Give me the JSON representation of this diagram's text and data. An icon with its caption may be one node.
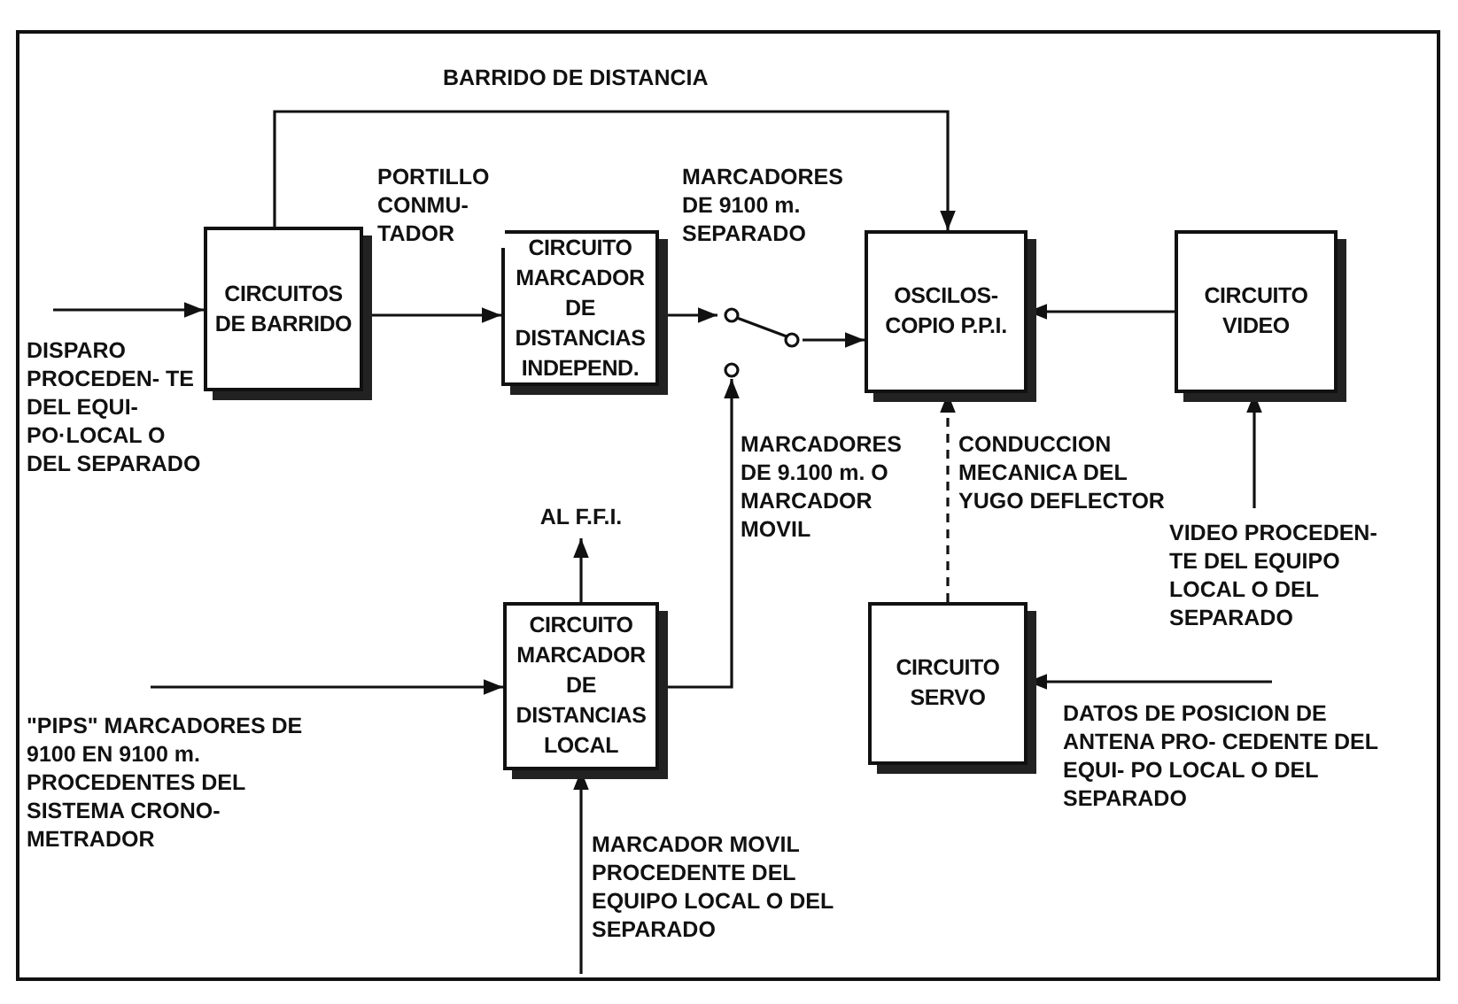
{
  "diagram": {
    "nodes": [
      {
        "text": [
          "CIRCUITOS DE BARRIDO"
        ]
      },
      {
        "text": [
          "CIRCUITO MARCADOR DE DISTANCIAS INDEPEND."
        ]
      },
      {
        "text": [
          "OSCILOS- COPIO P.P.I."
        ]
      },
      {
        "text": [
          "CIRCUITO VIDEO"
        ]
      },
      {
        "text": [
          "CIRCUITO MARCADOR DE DISTANCIAS LOCAL"
        ]
      },
      {
        "text": [
          "CIRCUITO SERVO"
        ]
      },
      {
        "text": [
          "DISPARO PROCEDEN- TE DEL EQUI- PO·LOCAL O DEL SEPARADO"
        ]
      },
      {
        "text": [
          "\"PIPS\" MARCADORES DE 9100 EN 9100 m. PROCEDENTES DEL SISTEMA CRONO- METRADOR"
        ]
      },
      {
        "text": [
          "MARCADOR MOVIL PROCEDENTE DEL EQUIPO LOCAL O DEL SEPARADO"
        ]
      },
      {
        "text": [
          "VIDEO PROCEDEN- TE DEL EQUIPO LOCAL O DEL SEPARADO"
        ]
      },
      {
        "text": [
          "DATOS DE POSICION DE ANTENA PRO- CEDENTE DEL EQUI- PO LOCAL O DEL SEPARADO"
        ]
      },
      {
        "text": [
          "AL F.F.I."
        ]
      },
      {
        "text": [],
        "shape": "switch"
      }
    ],
    "edges": [
      {
        "from": 6,
        "to": 0,
        "arrow": "to"
      },
      {
        "from": 0,
        "to": 1,
        "arrow": "to",
        "label": "PORTILLO CONMU- TADOR"
      },
      {
        "from": 0,
        "to": 2,
        "arrow": "to",
        "label": "BARRIDO DE DISTANCIA"
      },
      {
        "from": 1,
        "to": 12,
        "arrow": "to",
        "label": "MARCADORES DE 9100 m. SEPARADO"
      },
      {
        "from": 12,
        "to": 2,
        "arrow": "to"
      },
      {
        "from": 4,
        "to": 12,
        "arrow": "to",
        "label": "MARCADORES DE 9.100 m. O MARCADOR MOVIL"
      },
      {
        "from": 3,
        "to": 2,
        "arrow": "to"
      },
      {
        "from": 9,
        "to": 3,
        "arrow": "to"
      },
      {
        "from": 7,
        "to": 4,
        "arrow": "to"
      },
      {
        "from": 8,
        "to": 4,
        "arrow": "to"
      },
      {
        "from": 5,
        "to": 2,
        "arrow": "to",
        "style": "dashed",
        "label": "CONDUCCION MECANICA DEL YUGO DEFLECTOR"
      },
      {
        "from": 10,
        "to": 5,
        "arrow": "to"
      },
      {
        "from": 4,
        "to": 11,
        "arrow": "to"
      }
    ]
  }
}
